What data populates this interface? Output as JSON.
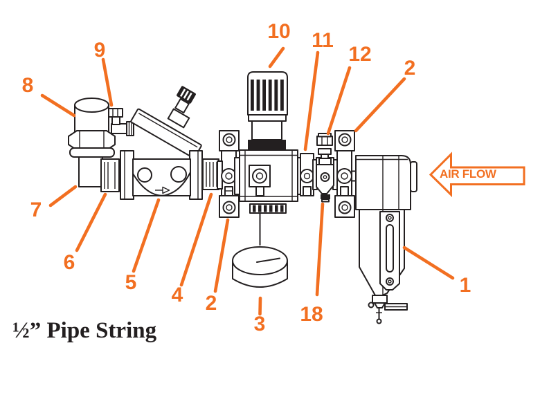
{
  "diagram": {
    "title": "½” Pipe String",
    "air_flow_label": "AIR FLOW",
    "colors": {
      "accent_orange": "#F26F21",
      "line_ink": "#231F20",
      "background": "#FFFFFF"
    },
    "callouts": [
      {
        "label": "1"
      },
      {
        "label": "2"
      },
      {
        "label": "2"
      },
      {
        "label": "3"
      },
      {
        "label": "4"
      },
      {
        "label": "5"
      },
      {
        "label": "6"
      },
      {
        "label": "7"
      },
      {
        "label": "8"
      },
      {
        "label": "9"
      },
      {
        "label": "10"
      },
      {
        "label": "11"
      },
      {
        "label": "12"
      },
      {
        "label": "18"
      }
    ]
  }
}
